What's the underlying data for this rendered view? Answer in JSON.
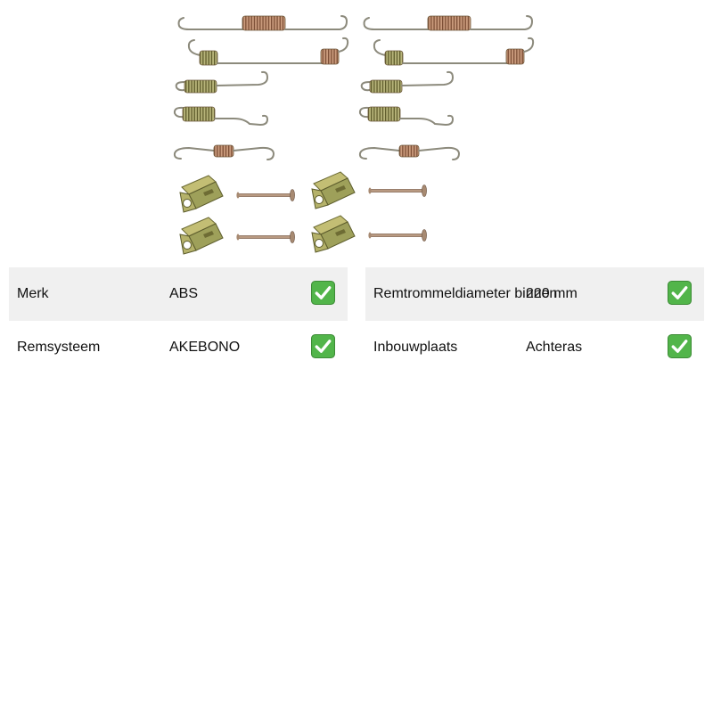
{
  "product_image": {
    "icon": "brake-spring-kit-image"
  },
  "spec_tables": [
    {
      "rows": [
        {
          "label": "Merk",
          "value": "ABS",
          "icon": "check-icon"
        },
        {
          "label": "Remsysteem",
          "value": "AKEBONO",
          "icon": "check-icon"
        }
      ]
    },
    {
      "rows": [
        {
          "label": "Remtrommeldiameter binnen",
          "value": "220 mm",
          "icon": "check-icon"
        },
        {
          "label": "Inbouwplaats",
          "value": "Achteras",
          "icon": "check-icon"
        }
      ]
    }
  ],
  "colors": {
    "row_alt": "#f0f0f0",
    "check": "#52b54a"
  }
}
